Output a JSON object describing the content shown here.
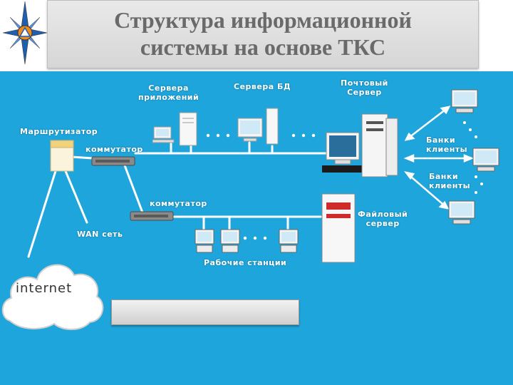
{
  "title": {
    "line1": "Структура информационной",
    "line2": "системы на основе ТКС"
  },
  "labels": {
    "app_servers": "Сервера\nприложений",
    "db_servers": "Сервера БД",
    "mail_server": "Почтовый\nСервер",
    "router": "Маршрутизатор",
    "switch1": "коммутатор",
    "switch2": "коммутатор",
    "bank_clients1": "Банки\nклиенты",
    "bank_clients2": "Банки\nклиенты",
    "wan": "WAN сеть",
    "file_server": "Файловый\nсервер",
    "workstations": "Рабочие станции",
    "internet": "internet"
  },
  "icons": {
    "logo": "compass-rose-icon"
  },
  "colors": {
    "background": "#1ea5db",
    "title_text": "#6a6a6a",
    "router_accent": "#f2d27a",
    "server_red": "#cf2b2b"
  }
}
